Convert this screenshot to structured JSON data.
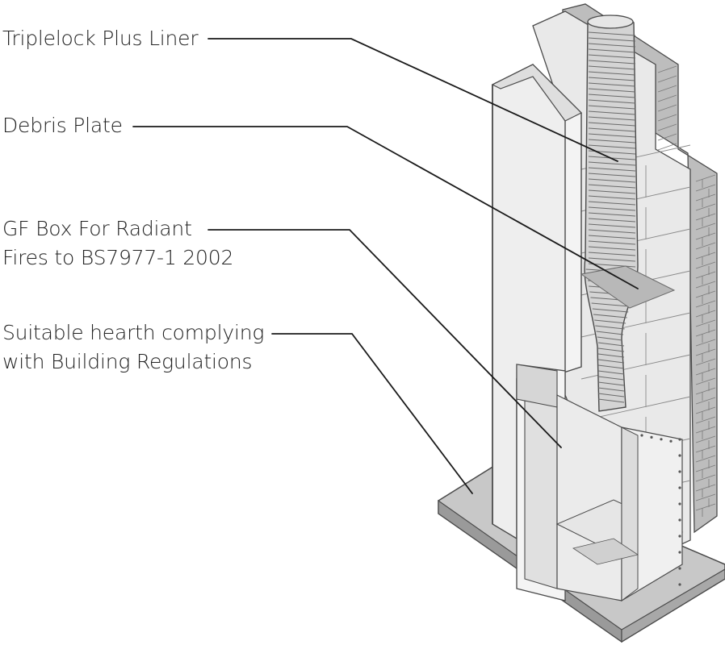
{
  "labels": {
    "liner": [
      "Triplelock Plus Liner"
    ],
    "debris_plate": [
      "Debris Plate"
    ],
    "gf_box": [
      "GF Box For Radiant",
      "Fires to BS7977-1 2002"
    ],
    "hearth": [
      "Suitable hearth complying",
      "with Building Regulations"
    ]
  },
  "colors": {
    "line": "#1a1a1a",
    "outline": "#4a4a4a",
    "block_face": "#f1f1f1",
    "block_side": "#e2e2e2",
    "brick": "#bdbdbd",
    "hearth_top": "#c8c8c8",
    "hearth_edge": "#9a9a9a",
    "plate": "#b8b8b8",
    "liner": "#d4d4d4"
  }
}
